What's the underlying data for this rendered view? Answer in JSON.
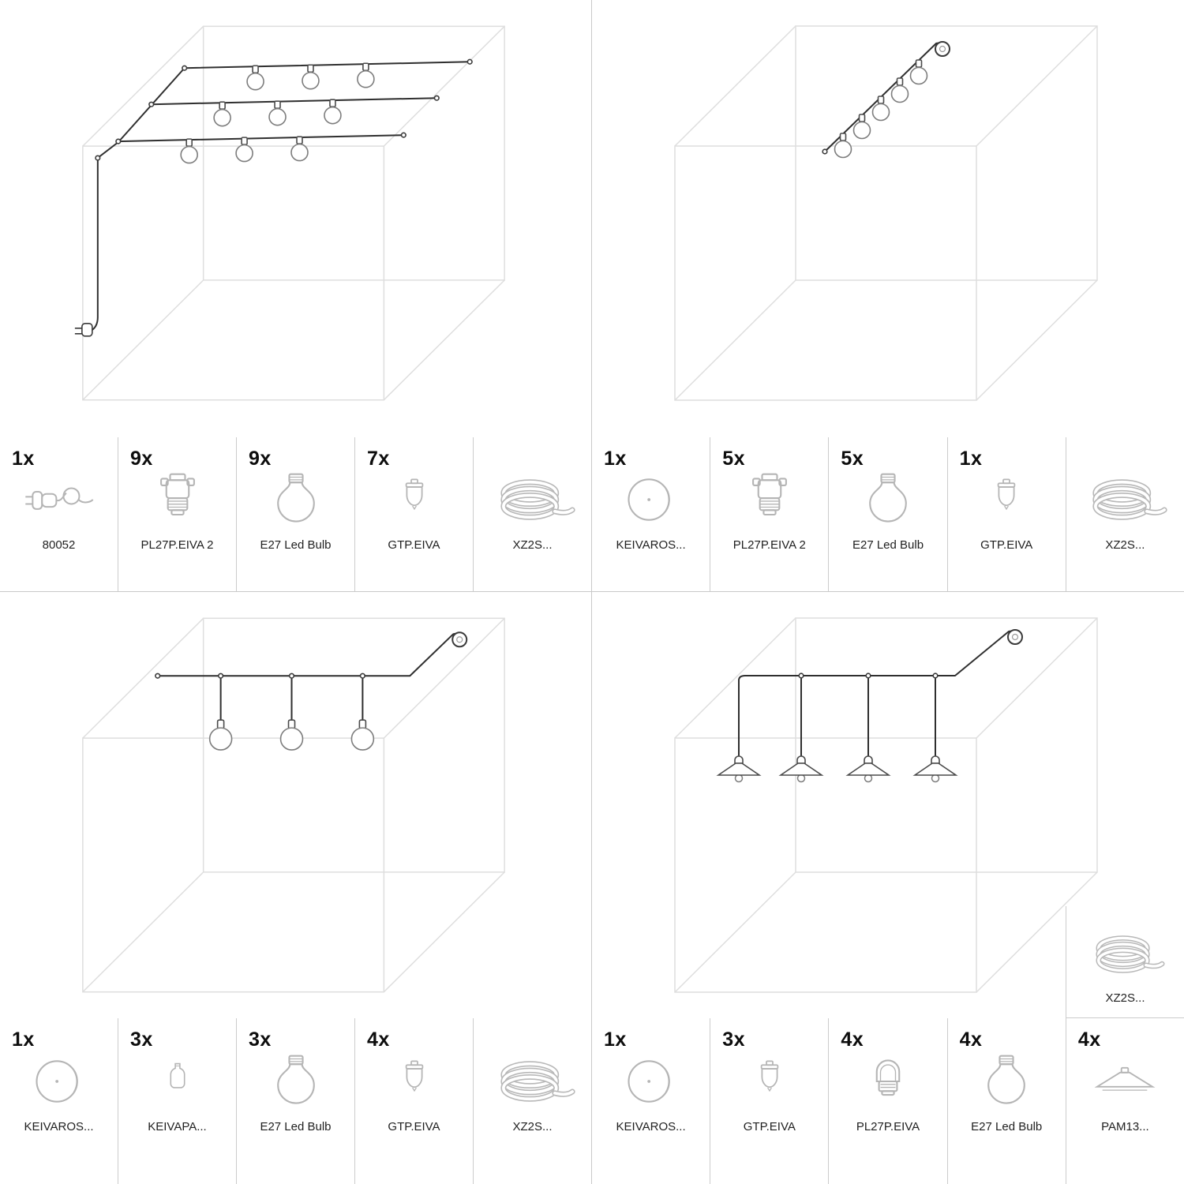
{
  "colors": {
    "background": "#ffffff",
    "divider": "#c9c9c9",
    "cube_wireframe": "#dedede",
    "string_cable": "#2f2f2f",
    "part_icon": "#b5b5b5",
    "quantity_text": "#0d0d0d",
    "label_text": "#1f1f1f"
  },
  "quadrants": [
    {
      "parts": [
        {
          "qty": "1x",
          "icon": "plug-icon",
          "label": "80052"
        },
        {
          "qty": "9x",
          "icon": "lamp-holder-icon",
          "label": "PL27P.EIVA 2"
        },
        {
          "qty": "9x",
          "icon": "led-bulb-icon",
          "label": "E27 Led Bulb"
        },
        {
          "qty": "7x",
          "icon": "cable-grip-icon",
          "label": "GTP.EIVA"
        },
        {
          "qty": "",
          "icon": "cable-coil-icon",
          "label": "XZ2S..."
        }
      ]
    },
    {
      "parts": [
        {
          "qty": "1x",
          "icon": "ceiling-rose-icon",
          "label": "KEIVAROS..."
        },
        {
          "qty": "5x",
          "icon": "lamp-holder-icon",
          "label": "PL27P.EIVA 2"
        },
        {
          "qty": "5x",
          "icon": "led-bulb-icon",
          "label": "E27 Led Bulb"
        },
        {
          "qty": "1x",
          "icon": "cable-grip-icon",
          "label": "GTP.EIVA"
        },
        {
          "qty": "",
          "icon": "cable-coil-icon",
          "label": "XZ2S..."
        }
      ]
    },
    {
      "parts": [
        {
          "qty": "1x",
          "icon": "ceiling-rose-icon",
          "label": "KEIVAROS..."
        },
        {
          "qty": "3x",
          "icon": "pendant-holder-icon",
          "label": "KEIVAPA..."
        },
        {
          "qty": "3x",
          "icon": "led-bulb-icon",
          "label": "E27 Led Bulb"
        },
        {
          "qty": "4x",
          "icon": "cable-grip-icon",
          "label": "GTP.EIVA"
        },
        {
          "qty": "",
          "icon": "cable-coil-icon",
          "label": "XZ2S..."
        }
      ]
    },
    {
      "extra_part": {
        "qty": "",
        "icon": "cable-coil-icon",
        "label": "XZ2S..."
      },
      "parts": [
        {
          "qty": "1x",
          "icon": "ceiling-rose-icon",
          "label": "KEIVAROS..."
        },
        {
          "qty": "3x",
          "icon": "cable-grip-icon",
          "label": "GTP.EIVA"
        },
        {
          "qty": "4x",
          "icon": "lamp-holder-cover-icon",
          "label": "PL27P.EIVA"
        },
        {
          "qty": "4x",
          "icon": "led-bulb-icon",
          "label": "E27 Led Bulb"
        },
        {
          "qty": "4x",
          "icon": "flat-shade-icon",
          "label": "PAM13..."
        }
      ]
    }
  ]
}
